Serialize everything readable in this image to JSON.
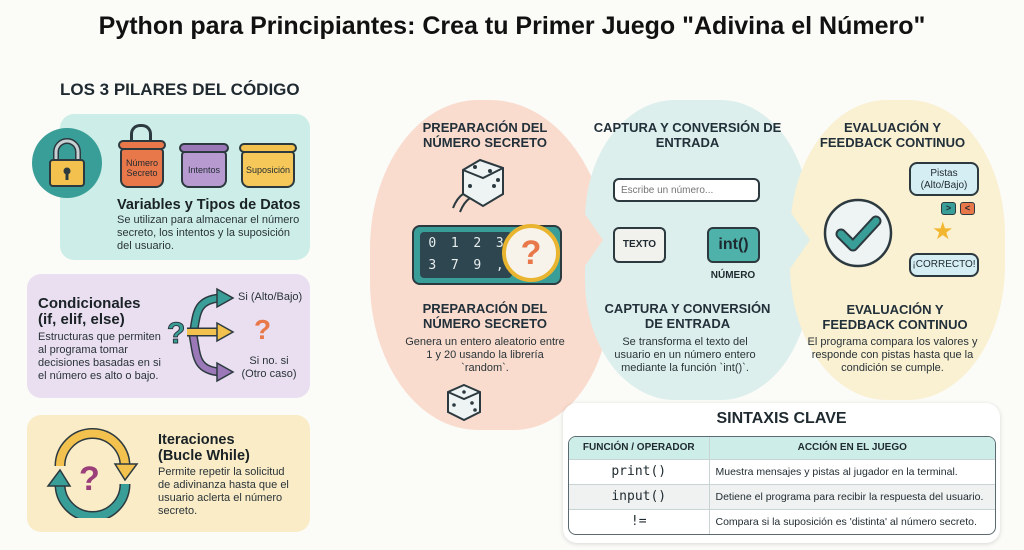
{
  "title": "Python para Principiantes: Crea tu Primer Juego \"Adivina el Número\"",
  "pillars": {
    "heading": "LOS 3 PILARES DEL CÓDIGO",
    "variables": {
      "jars": [
        "Número Secreto",
        "Intentos",
        "Suposición"
      ],
      "title": "Variables y Tipos de Datos",
      "desc": "Se utilizan para almacenar el número secreto, los intentos y la suposición del usuario."
    },
    "conditionals": {
      "title": "Condicionales",
      "subtitle": "(if, elif, else)",
      "desc": "Estructuras que permiten al programa tomar decisiones basadas en si el número es alto o bajo.",
      "branch_top": "Si (Alto/Bajo)",
      "branch_mid": "?",
      "branch_bottom": "Si no. si (Otro caso)"
    },
    "iterations": {
      "title": "Iteraciones",
      "subtitle": "(Bucle While)",
      "desc": "Permite repetir la solicitud de adivinanza hasta que el usuario aclerta el número secreto."
    }
  },
  "flow": [
    {
      "heading": "PREPARACIÓN DEL NÚMERO SECRETO",
      "title": "PREPARACIÓN DEL NÚMERO SECRETO",
      "desc": "Genera un entero aleatorio entre 1 y 20 usando la librería `random`.",
      "digits_top": [
        "0",
        "1",
        "2",
        "3"
      ],
      "digits_bottom": [
        "3",
        "7",
        "9",
        ","
      ]
    },
    {
      "heading": "CAPTURA Y CONVERSIÓN DE ENTRADA",
      "input_placeholder": "Escribe un número...",
      "text_label": "TEXTO",
      "int_label": "int()",
      "number_label": "NÚMERO",
      "title": "CAPTURA Y CONVERSIÓN DE ENTRADA",
      "desc": "Se transforma el texto del usuario en un número entero mediante la función `int()`."
    },
    {
      "heading": "EVALUACIÓN Y FEEDBACK CONTINUO",
      "hint_bubble": "Pistas (Alto/Bajo)",
      "gt": ">",
      "lt": "<",
      "correct_bubble": "¡CORRECTO!",
      "title": "EVALUACIÓN Y FEEDBACK CONTINUO",
      "desc": "El programa compara los valores y responde con pistas hasta que la condición se cumple."
    }
  ],
  "syntax": {
    "title": "SINTAXIS CLAVE",
    "headers": [
      "FUNCIÓN / OPERADOR",
      "ACCIÓN EN EL JUEGO"
    ],
    "rows": [
      [
        "print()",
        "Muestra mensajes y pistas al jugador en la terminal."
      ],
      [
        "input()",
        "Detiene el programa para recibir la respuesta del usuario."
      ],
      [
        "!=",
        "Compara si la suposición es 'distinta' al número secreto."
      ]
    ]
  },
  "colors": {
    "teal": "#3a9e98",
    "orange": "#e8784a",
    "purple": "#9b78b8",
    "yellow": "#f2c14e"
  }
}
